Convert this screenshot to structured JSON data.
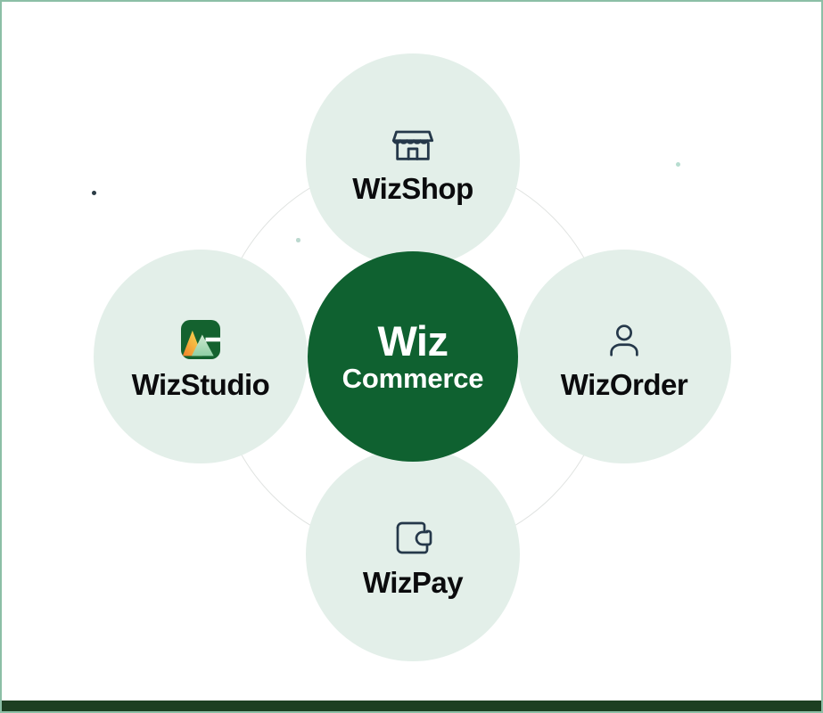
{
  "diagram": {
    "title": "WizCommerce product ecosystem",
    "background_color": "#ffffff",
    "border_color": "#8cbfa6",
    "footer_bar_color": "#1d3f22",
    "ring_color": "#e0e3e1",
    "hub": {
      "line1": "Wiz",
      "line2": "Commerce",
      "bg_color": "#0f6130",
      "text_color": "#ffffff"
    },
    "nodes": [
      {
        "id": "wizshop",
        "label": "WizShop",
        "icon": "storefront-icon",
        "icon_color": "#25384a",
        "bg_color": "#e3efe9",
        "position": "top"
      },
      {
        "id": "wizstudio",
        "label": "WizStudio",
        "icon": "wizstudio-logo-icon",
        "icon_color": "#1d6b32",
        "bg_color": "#e3efe9",
        "position": "left"
      },
      {
        "id": "wizorder",
        "label": "WizOrder",
        "icon": "user-person-icon",
        "icon_color": "#25384a",
        "bg_color": "#e3efe9",
        "position": "right"
      },
      {
        "id": "wizpay",
        "label": "WizPay",
        "icon": "wallet-icon",
        "icon_color": "#25384a",
        "bg_color": "#e3efe9",
        "position": "bottom"
      }
    ],
    "decorations": [
      {
        "id": "dot-top-left",
        "color": "#2b3c46"
      },
      {
        "id": "dot-top-right",
        "color": "#b7ddd0"
      },
      {
        "id": "dot-inner",
        "color": "#bcd9cf"
      }
    ]
  }
}
